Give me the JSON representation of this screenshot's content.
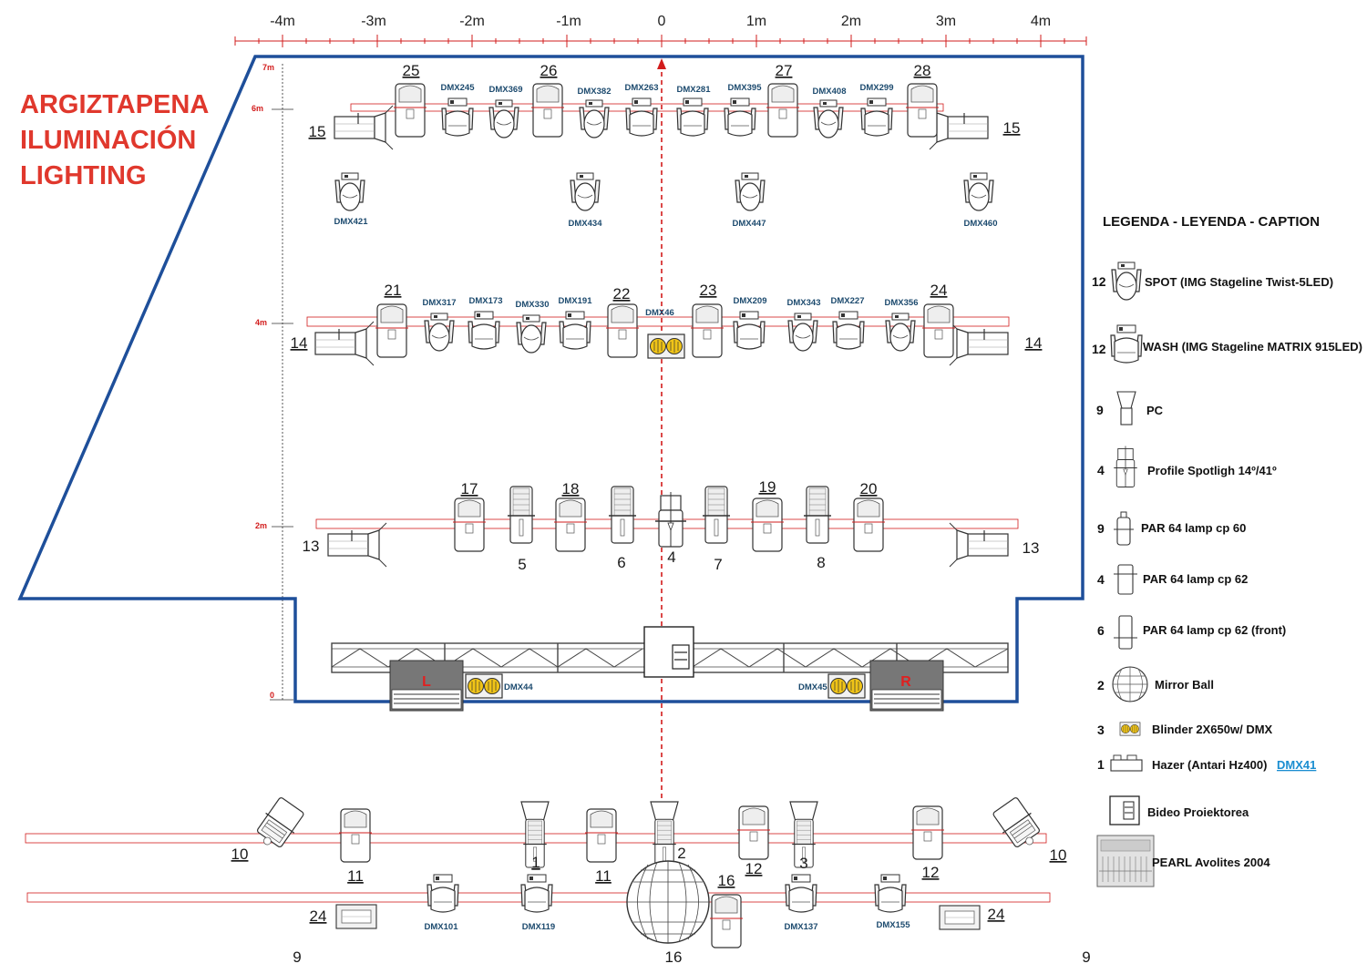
{
  "title": [
    "ARGIZTAPENA",
    "ILUMINACIÓN",
    "LIGHTING"
  ],
  "ruler": {
    "x_labels": [
      "-4m",
      "-3m",
      "-2m",
      "-1m",
      "0",
      "1m",
      "2m",
      "3m",
      "4m"
    ],
    "y_labels": [
      "7m",
      "6m",
      "4m",
      "2m",
      "0"
    ]
  },
  "stage": {
    "left_label": "L",
    "right_label": "R",
    "outline_color": "#1e4f9a",
    "accent": "#d21c1c"
  },
  "fixtures": {
    "row6_numbers": [
      "25",
      "26",
      "27",
      "28"
    ],
    "row6_dmx": [
      "DMX245",
      "DMX369",
      "DMX382",
      "DMX263",
      "DMX281",
      "DMX395",
      "DMX408",
      "DMX299"
    ],
    "row6_side": [
      "15",
      "15"
    ],
    "row5_dmx": [
      "DMX421",
      "DMX434",
      "DMX447",
      "DMX460"
    ],
    "row4_numbers": [
      "21",
      "22",
      "23",
      "24"
    ],
    "row4_dmx": [
      "DMX317",
      "DMX173",
      "DMX330",
      "DMX191",
      "DMX46",
      "DMX209",
      "DMX343",
      "DMX227",
      "DMX356"
    ],
    "row4_side": [
      "14",
      "14"
    ],
    "row2_top": [
      "17",
      "18",
      "19",
      "20"
    ],
    "row2_bottom": [
      "5",
      "6",
      "4",
      "7",
      "8"
    ],
    "row2_side": [
      "13",
      "13"
    ],
    "truss_dmx": [
      "DMX44",
      "DMX45"
    ],
    "foh_row1": [
      "10",
      "11",
      "1",
      "11",
      "2",
      "12",
      "3",
      "12",
      "10"
    ],
    "foh_row2": [
      "24",
      "16",
      "24"
    ],
    "foh_dmx": [
      "DMX101",
      "DMX119",
      "DMX137",
      "DMX155"
    ],
    "bottom": [
      "9",
      "16",
      "9"
    ]
  },
  "legend": {
    "heading": "LEGENDA - LEYENDA - CAPTION",
    "items": [
      {
        "count": "12",
        "label": "SPOT (IMG Stageline Twist-5LED)",
        "icon": "spot-icon"
      },
      {
        "count": "12",
        "label": "WASH (IMG Stageline MATRIX 915LED)",
        "icon": "wash-icon"
      },
      {
        "count": "9",
        "label": "PC",
        "icon": "pc-icon"
      },
      {
        "count": "4",
        "label": "Profile Spotligh 14º/41º",
        "icon": "profile-icon"
      },
      {
        "count": "9",
        "label": "PAR 64 lamp cp 60",
        "icon": "par-icon"
      },
      {
        "count": "4",
        "label": "PAR 64 lamp cp 62",
        "icon": "par-icon"
      },
      {
        "count": "6",
        "label": "PAR 64 lamp cp 62 (front)",
        "icon": "par-front-icon"
      },
      {
        "count": "2",
        "label": "Mirror Ball",
        "icon": "mirror-ball-icon"
      },
      {
        "count": "3",
        "label": "Blinder 2X650w/ DMX",
        "icon": "blinder-icon"
      },
      {
        "count": "1",
        "label": "Hazer (Antari Hz400)",
        "link": "DMX41",
        "icon": "hazer-icon"
      },
      {
        "count": "",
        "label": "Bideo Proiektorea",
        "icon": "projector-icon"
      },
      {
        "count": "",
        "label": "PEARL Avolites 2004",
        "icon": "console-icon"
      }
    ]
  }
}
